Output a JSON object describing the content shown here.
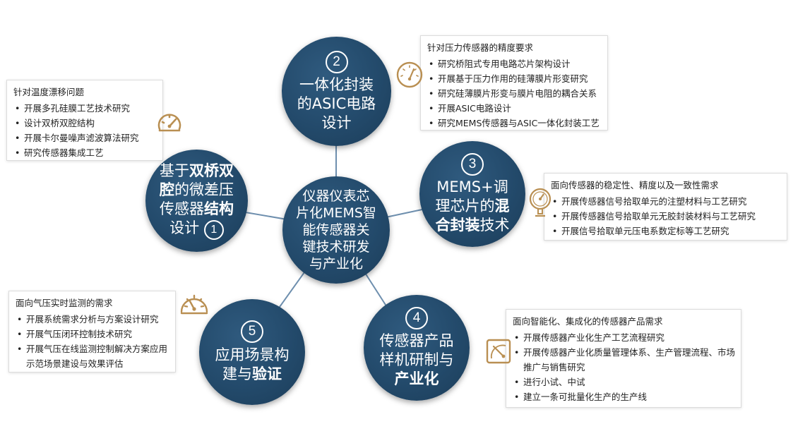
{
  "center": {
    "lines": [
      "仪器仪表芯",
      "片化MEMS智",
      "能传感器关",
      "键技术研发",
      "与产业化"
    ]
  },
  "nodes": [
    {
      "num": "1",
      "lines": [
        [
          "基于",
          "双桥双"
        ],
        [
          "腔",
          "的微差压"
        ],
        [
          "传感器",
          "结构"
        ],
        [
          "设计"
        ]
      ]
    },
    {
      "num": "2",
      "lines": [
        "一体化封装",
        "的ASIC电路",
        "设计"
      ]
    },
    {
      "num": "3",
      "lines": [
        [
          "MEMS+调"
        ],
        [
          "理芯片的",
          "混"
        ],
        [
          "合封装",
          "技术"
        ]
      ]
    },
    {
      "num": "4",
      "lines": [
        [
          "传感器产品"
        ],
        [
          "样机研制与"
        ],
        [
          "产业化"
        ]
      ]
    },
    {
      "num": "5",
      "lines": [
        [
          "应用场景构"
        ],
        [
          "建与",
          "验证"
        ]
      ]
    }
  ],
  "boxes": {
    "b1": {
      "head": "针对温度漂移问题",
      "items": [
        "开展多孔硅膜工艺技术研究",
        "设计双桥双腔结构",
        "开展卡尔曼噪声滤波算法研究",
        "研究传感器集成工艺"
      ]
    },
    "b2": {
      "head": "针对压力传感器的精度要求",
      "items": [
        "研究桥阻式专用电路芯片架构设计",
        "开展基于压力作用的硅薄膜片形变研究",
        "研究硅薄膜片形变与膜片电阻的耦合关系",
        "开展ASIC电路设计",
        "研究MEMS传感器与ASIC一体化封装工艺"
      ]
    },
    "b3": {
      "head": "面向传感器的稳定性、精度以及一致性需求",
      "items": [
        "开展传感器信号拾取单元的注塑材料与工艺研究",
        "开展传感器信号拾取单元无胶封装材料与工艺研究",
        "开展信号拾取单元压电系数定标等工艺研究"
      ]
    },
    "b4": {
      "head": "面向智能化、集成化的传感器产品需求",
      "items": [
        "开展传感器产业化生产工艺流程研究",
        "开展传感器产业化质量管理体系、生产管理流程、市场推广与销售研究",
        "进行小试、中试",
        "建立一条可批量化生产的生产线"
      ]
    },
    "b5": {
      "head": "面向气压实时监测的需求",
      "items": [
        "开展系统需求分析与方案设计研究",
        "开展气压闭环控制技术研究",
        "开展气压在线监测控制解决方案应用示范场景建设与效果评估"
      ]
    }
  },
  "colors": {
    "node": "#234a6b",
    "connector": "#6e8fae",
    "icon": "#b98f52"
  },
  "icons": [
    "gauge-icon",
    "gauge-icon",
    "gauge-icon",
    "pressure-gauge-icon",
    "meter-icon"
  ]
}
